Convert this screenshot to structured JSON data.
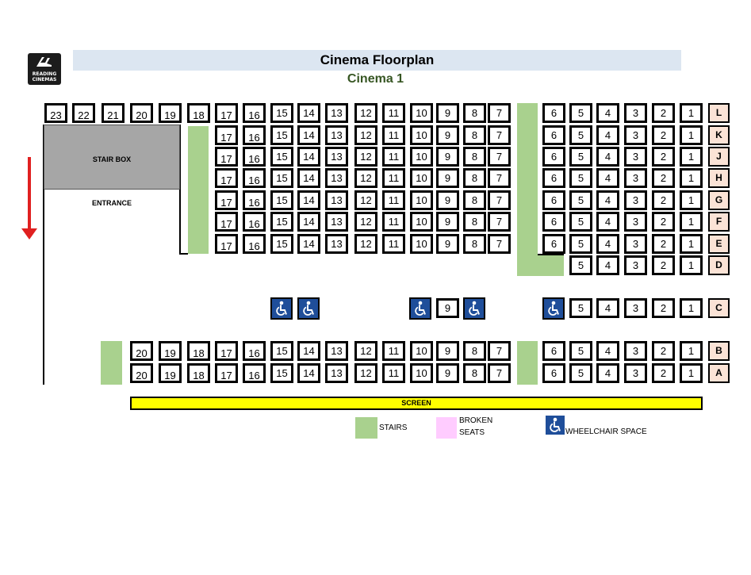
{
  "header": {
    "title": "Cinema Floorplan",
    "subtitle": "Cinema 1",
    "logo_line1": "READING",
    "logo_line2": "CINEMAS"
  },
  "labels": {
    "stair_box": "STAIR BOX",
    "entrance": "ENTRANCE",
    "screen": "SCREEN"
  },
  "legend": {
    "stairs": "STAIRS",
    "broken_line1": "BROKEN",
    "broken_line2": "SEATS",
    "wheelchair": "WHEELCHAIR SPACE"
  },
  "colors": {
    "stairs": "#a9d18e",
    "broken_seats": "#ffccff",
    "wheelchair": "#1f4e9a",
    "row_label": "#fbe3d6",
    "screen": "#ffff00",
    "stair_box": "#a6a6a6",
    "exit_arrow": "#e02020"
  },
  "icons": {
    "wheelchair": "wheelchair-icon",
    "exit_arrow": "arrow-down-icon",
    "logo": "reading-cinemas-logo"
  },
  "rows": [
    {
      "label": "L",
      "left": [
        "23",
        "22",
        "21",
        "20",
        "19",
        "18",
        "17",
        "16",
        "15",
        "14",
        "13",
        "12",
        "11",
        "10",
        "9",
        "8",
        "7"
      ],
      "right": [
        "6",
        "5",
        "4",
        "3",
        "2",
        "1"
      ]
    },
    {
      "label": "K",
      "left": [
        "17",
        "16",
        "15",
        "14",
        "13",
        "12",
        "11",
        "10",
        "9",
        "8",
        "7"
      ],
      "right": [
        "6",
        "5",
        "4",
        "3",
        "2",
        "1"
      ]
    },
    {
      "label": "J",
      "left": [
        "17",
        "16",
        "15",
        "14",
        "13",
        "12",
        "11",
        "10",
        "9",
        "8",
        "7"
      ],
      "right": [
        "6",
        "5",
        "4",
        "3",
        "2",
        "1"
      ]
    },
    {
      "label": "H",
      "left": [
        "17",
        "16",
        "15",
        "14",
        "13",
        "12",
        "11",
        "10",
        "9",
        "8",
        "7"
      ],
      "right": [
        "6",
        "5",
        "4",
        "3",
        "2",
        "1"
      ]
    },
    {
      "label": "G",
      "left": [
        "17",
        "16",
        "15",
        "14",
        "13",
        "12",
        "11",
        "10",
        "9",
        "8",
        "7"
      ],
      "right": [
        "6",
        "5",
        "4",
        "3",
        "2",
        "1"
      ]
    },
    {
      "label": "F",
      "left": [
        "17",
        "16",
        "15",
        "14",
        "13",
        "12",
        "11",
        "10",
        "9",
        "8",
        "7"
      ],
      "right": [
        "6",
        "5",
        "4",
        "3",
        "2",
        "1"
      ]
    },
    {
      "label": "E",
      "left": [
        "17",
        "16",
        "15",
        "14",
        "13",
        "12",
        "11",
        "10",
        "9",
        "8",
        "7"
      ],
      "right": [
        "6",
        "5",
        "4",
        "3",
        "2",
        "1"
      ]
    },
    {
      "label": "D",
      "left": [],
      "right": [
        "5",
        "4",
        "3",
        "2",
        "1"
      ]
    },
    {
      "label": "C",
      "left": [
        "9"
      ],
      "right": [
        "5",
        "4",
        "3",
        "2",
        "1"
      ]
    },
    {
      "label": "B",
      "left": [
        "20",
        "19",
        "18",
        "17",
        "16",
        "15",
        "14",
        "13",
        "12",
        "11",
        "10",
        "9",
        "8",
        "7"
      ],
      "right": [
        "6",
        "5",
        "4",
        "3",
        "2",
        "1"
      ]
    },
    {
      "label": "A",
      "left": [
        "20",
        "19",
        "18",
        "17",
        "16",
        "15",
        "14",
        "13",
        "12",
        "11",
        "10",
        "9",
        "8",
        "7"
      ],
      "right": [
        "6",
        "5",
        "4",
        "3",
        "2",
        "1"
      ]
    }
  ]
}
